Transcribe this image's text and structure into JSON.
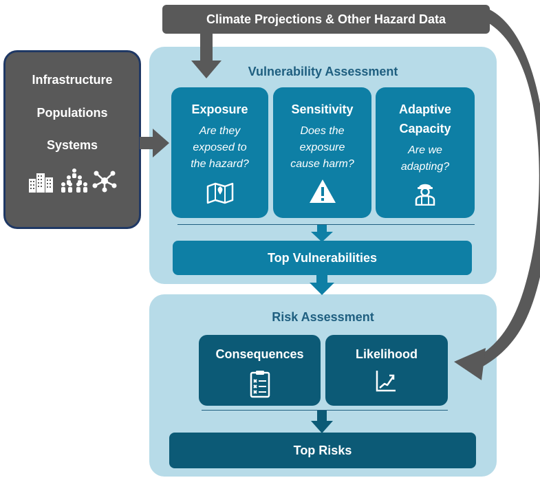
{
  "header": {
    "title": "Climate Projections & Other Hazard Data"
  },
  "inputs": {
    "items": [
      "Infrastructure",
      "Populations",
      "Systems"
    ]
  },
  "vulnerability": {
    "title": "Vulnerability Assessment",
    "cards": [
      {
        "title": "Exposure",
        "question": "Are they exposed to the hazard?",
        "icon": "map-icon"
      },
      {
        "title": "Sensitivity",
        "question": "Does the exposure cause harm?",
        "icon": "warning-icon"
      },
      {
        "title": "Adaptive Capacity",
        "question": "Are we adapting?",
        "icon": "worker-icon"
      }
    ],
    "result": "Top Vulnerabilities"
  },
  "risk": {
    "title": "Risk Assessment",
    "cards": [
      {
        "title": "Consequences",
        "icon": "clipboard-checklist-icon"
      },
      {
        "title": "Likelihood",
        "icon": "trend-chart-icon"
      }
    ],
    "result": "Top Risks"
  },
  "colors": {
    "gray": "#595959",
    "light_panel": "#b7dbe8",
    "mid_blue": "#0e7fa5",
    "dark_blue": "#0c5a76",
    "title_blue": "#1f5f80"
  }
}
